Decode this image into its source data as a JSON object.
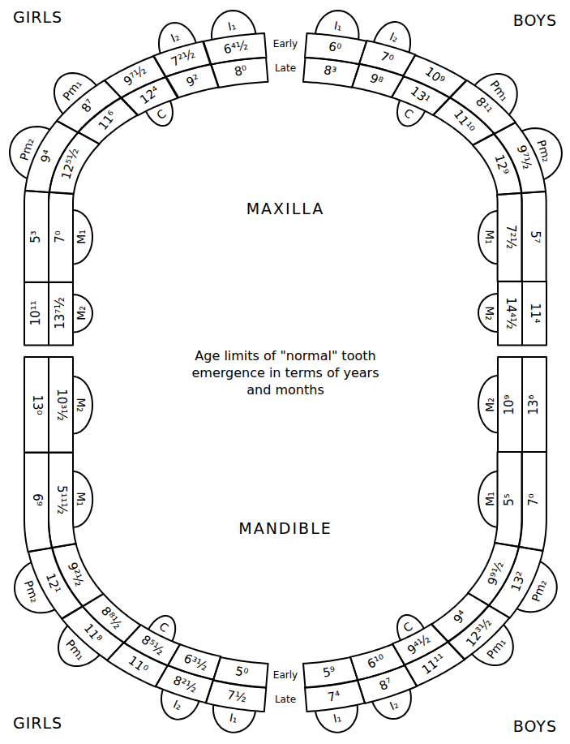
{
  "diagram": {
    "title": "Age limits of \"normal\" tooth emergence in terms of years and months",
    "nodes": [
      {
        "text": [
          "I₁"
        ]
      },
      {
        "text": [
          "6⁴½"
        ]
      },
      {
        "text": [
          "8⁰"
        ]
      },
      {
        "text": [
          "I₂"
        ]
      },
      {
        "text": [
          "7²½"
        ]
      },
      {
        "text": [
          "9²"
        ]
      },
      {
        "text": [
          "C"
        ]
      },
      {
        "text": [
          "9⁷½"
        ]
      },
      {
        "text": [
          "12⁴"
        ]
      },
      {
        "text": [
          "Pm₁"
        ]
      },
      {
        "text": [
          "8⁷"
        ]
      },
      {
        "text": [
          "11⁶"
        ]
      },
      {
        "text": [
          "Pm₂"
        ]
      },
      {
        "text": [
          "9⁴"
        ]
      },
      {
        "text": [
          "12⁵½"
        ]
      },
      {
        "text": [
          "M₁"
        ]
      },
      {
        "text": [
          "5³"
        ]
      },
      {
        "text": [
          "7⁰"
        ]
      },
      {
        "text": [
          "M₂"
        ]
      },
      {
        "text": [
          "10¹¹"
        ]
      },
      {
        "text": [
          "13⁷½"
        ]
      },
      {
        "text": [
          "I₁"
        ]
      },
      {
        "text": [
          "6⁰"
        ]
      },
      {
        "text": [
          "8³"
        ]
      },
      {
        "text": [
          "I₂"
        ]
      },
      {
        "text": [
          "7⁰"
        ]
      },
      {
        "text": [
          "9⁸"
        ]
      },
      {
        "text": [
          "C"
        ]
      },
      {
        "text": [
          "10⁹"
        ]
      },
      {
        "text": [
          "13¹"
        ]
      },
      {
        "text": [
          "Pm₁"
        ]
      },
      {
        "text": [
          "8¹¹"
        ]
      },
      {
        "text": [
          "11¹⁰"
        ]
      },
      {
        "text": [
          "Pm₂"
        ]
      },
      {
        "text": [
          "9⁷½"
        ]
      },
      {
        "text": [
          "12⁹"
        ]
      },
      {
        "text": [
          "M₁"
        ]
      },
      {
        "text": [
          "5⁷"
        ]
      },
      {
        "text": [
          "7²½"
        ]
      },
      {
        "text": [
          "M₂"
        ]
      },
      {
        "text": [
          "11⁴"
        ]
      },
      {
        "text": [
          "14⁴½"
        ]
      },
      {
        "text": [
          "I₁"
        ]
      },
      {
        "text": [
          "5⁰"
        ]
      },
      {
        "text": [
          "7½"
        ]
      },
      {
        "text": [
          "I₂"
        ]
      },
      {
        "text": [
          "6³½"
        ]
      },
      {
        "text": [
          "8²½"
        ]
      },
      {
        "text": [
          "C"
        ]
      },
      {
        "text": [
          "8⁵½"
        ]
      },
      {
        "text": [
          "11⁰"
        ]
      },
      {
        "text": [
          "Pm₁"
        ]
      },
      {
        "text": [
          "8⁸½"
        ]
      },
      {
        "text": [
          "11⁸"
        ]
      },
      {
        "text": [
          "Pm₂"
        ]
      },
      {
        "text": [
          "9²½"
        ]
      },
      {
        "text": [
          "12¹"
        ]
      },
      {
        "text": [
          "M₁"
        ]
      },
      {
        "text": [
          "5¹¹½"
        ]
      },
      {
        "text": [
          "6⁹"
        ]
      },
      {
        "text": [
          "M₂"
        ]
      },
      {
        "text": [
          "10³½"
        ]
      },
      {
        "text": [
          "13⁰"
        ]
      },
      {
        "text": [
          "I₁"
        ]
      },
      {
        "text": [
          "5⁹"
        ]
      },
      {
        "text": [
          "7⁴"
        ]
      },
      {
        "text": [
          "I₂"
        ]
      },
      {
        "text": [
          "6¹⁰"
        ]
      },
      {
        "text": [
          "8⁷"
        ]
      },
      {
        "text": [
          "C"
        ]
      },
      {
        "text": [
          "9⁴½"
        ]
      },
      {
        "text": [
          "11¹¹"
        ]
      },
      {
        "text": [
          "Pm₁"
        ]
      },
      {
        "text": [
          "9⁴"
        ]
      },
      {
        "text": [
          "12³½"
        ]
      },
      {
        "text": [
          "Pm₂"
        ]
      },
      {
        "text": [
          "9⁹½"
        ]
      },
      {
        "text": [
          "13²"
        ]
      },
      {
        "text": [
          "M₁"
        ]
      },
      {
        "text": [
          "5⁵"
        ]
      },
      {
        "text": [
          "7⁰"
        ]
      },
      {
        "text": [
          "M₂"
        ]
      },
      {
        "text": [
          "10⁹"
        ]
      },
      {
        "text": [
          "13⁶"
        ]
      }
    ],
    "labels": [
      "GIRLS",
      "BOYS",
      "Early",
      "Late",
      "MAXILLA",
      "MANDIBLE",
      "Early",
      "Late",
      "GIRLS",
      "BOYS"
    ]
  }
}
